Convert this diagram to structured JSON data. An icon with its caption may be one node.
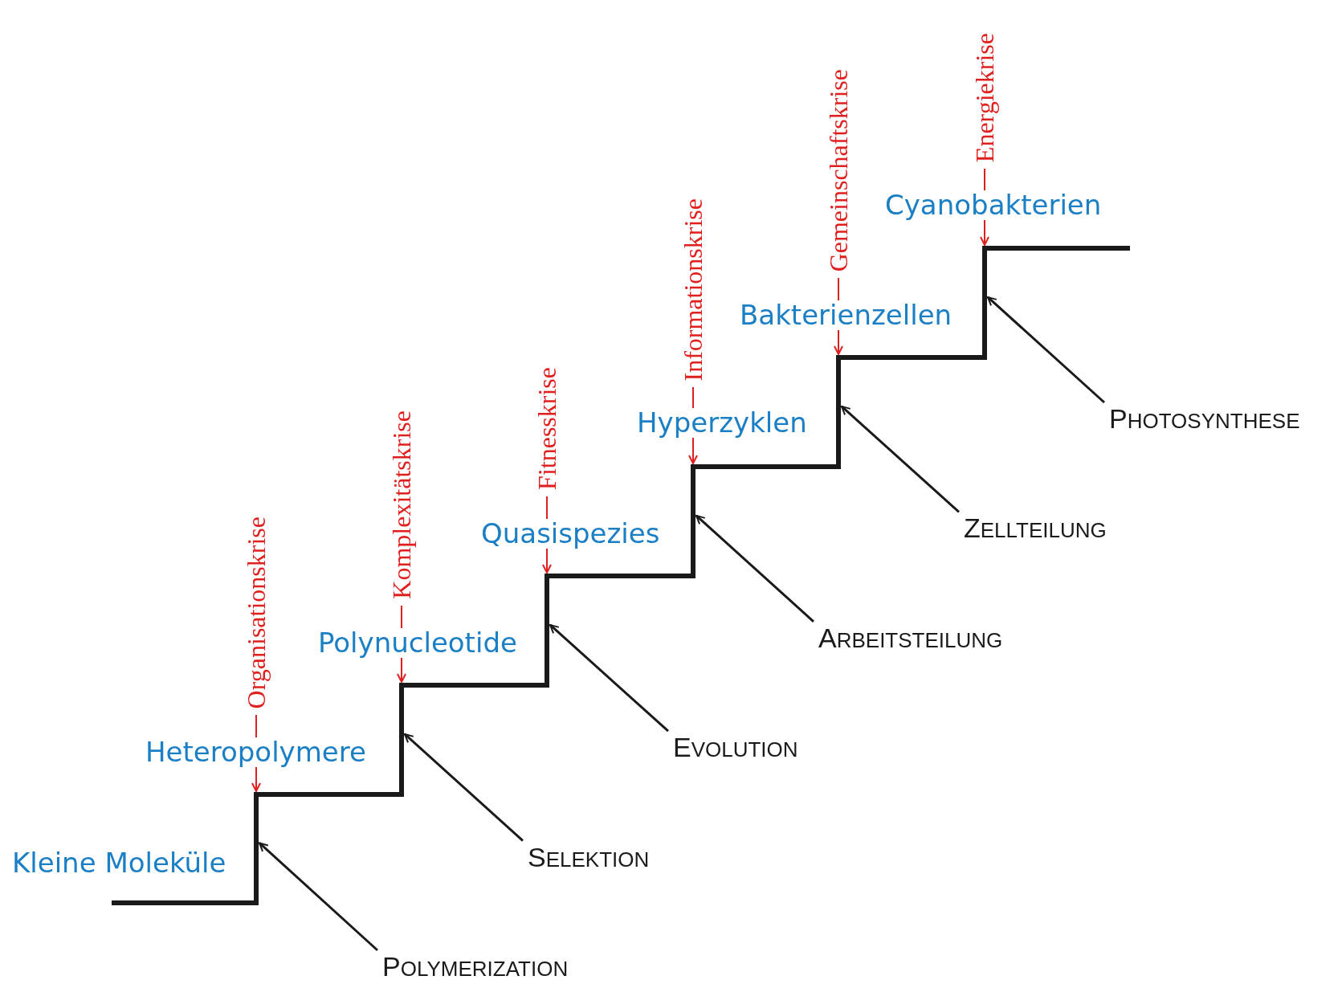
{
  "diagram": {
    "nodes": [
      {
        "text": [
          "Organisationskrise"
        ]
      },
      {
        "text": [
          "Komplexitätskrise"
        ]
      },
      {
        "text": [
          "Fitnesskrise"
        ]
      },
      {
        "text": [
          "Informationskrise"
        ]
      },
      {
        "text": [
          "Gemeinschaftskrise"
        ]
      },
      {
        "text": [
          "Energiekrise"
        ]
      },
      {
        "text": [
          "POLYMERIZATION"
        ]
      },
      {
        "text": [
          "SELEKTION"
        ]
      },
      {
        "text": [
          "EVOLUTION"
        ]
      },
      {
        "text": [
          "ARBEITSTEILUNG"
        ]
      },
      {
        "text": [
          "ZELLTEILUNG"
        ]
      },
      {
        "text": [
          "PHOTOSYNTHESE"
        ]
      },
      {
        "text": [],
        "shape": "bar"
      },
      {
        "text": [],
        "shape": "bar"
      },
      {
        "text": [],
        "shape": "bar"
      },
      {
        "text": [],
        "shape": "bar"
      },
      {
        "text": [],
        "shape": "bar"
      },
      {
        "text": [],
        "shape": "bar"
      }
    ],
    "edges": [
      {
        "from": 0,
        "to": 12,
        "arrow": "to",
        "color": "#e0201f"
      },
      {
        "from": 1,
        "to": 13,
        "arrow": "to",
        "color": "#e0201f"
      },
      {
        "from": 2,
        "to": 14,
        "arrow": "to",
        "color": "#e0201f"
      },
      {
        "from": 3,
        "to": 15,
        "arrow": "to",
        "color": "#e0201f"
      },
      {
        "from": 4,
        "to": 16,
        "arrow": "to",
        "color": "#e0201f"
      },
      {
        "from": 5,
        "to": 17,
        "arrow": "to",
        "color": "#e0201f"
      },
      {
        "from": 6,
        "to": 12,
        "arrow": "to",
        "color": "#1a1a1a"
      },
      {
        "from": 7,
        "to": 13,
        "arrow": "to",
        "color": "#1a1a1a"
      },
      {
        "from": 8,
        "to": 14,
        "arrow": "to",
        "color": "#1a1a1a"
      },
      {
        "from": 9,
        "to": 15,
        "arrow": "to",
        "color": "#1a1a1a"
      },
      {
        "from": 10,
        "to": 16,
        "arrow": "to",
        "color": "#1a1a1a"
      },
      {
        "from": 11,
        "to": 17,
        "arrow": "to",
        "color": "#1a1a1a"
      }
    ],
    "labels": [
      "Kleine Moleküle",
      "Heteropolymere",
      "Polynucleotide",
      "Quasispezies",
      "Hyperzyklen",
      "Bakterienzellen",
      "Cyanobakterien"
    ]
  }
}
